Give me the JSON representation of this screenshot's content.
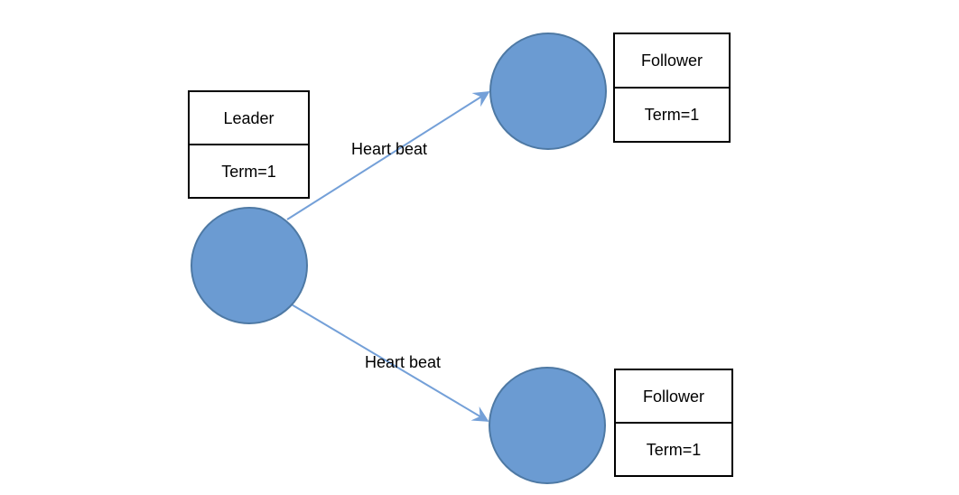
{
  "nodes": {
    "leader": {
      "role": "Leader",
      "term": "Term=1"
    },
    "follower_top": {
      "role": "Follower",
      "term": "Term=1"
    },
    "follower_bottom": {
      "role": "Follower",
      "term": "Term=1"
    }
  },
  "edges": {
    "top": {
      "label": "Heart beat"
    },
    "bottom": {
      "label": "Heart beat"
    }
  },
  "colors": {
    "node_fill": "#6B9BD2",
    "node_stroke": "#4E79A4",
    "arrow": "#74A0D8",
    "box_border": "#000000",
    "text": "#000000",
    "background": "#FFFFFF"
  }
}
